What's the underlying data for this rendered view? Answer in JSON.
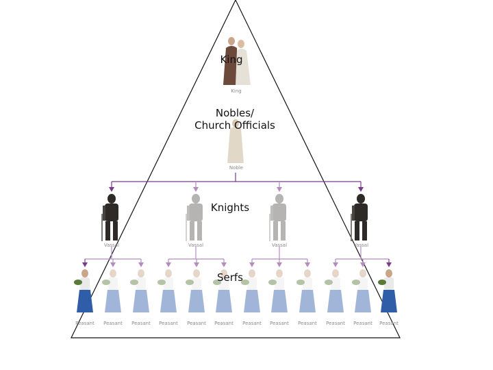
{
  "tiers": {
    "king": {
      "label": "King",
      "caption": "King",
      "count": 1
    },
    "nobles": {
      "label_line1": "Nobles/",
      "label_line2": "Church Officials",
      "caption": "Noble",
      "count": 1
    },
    "knights": {
      "label": "Knights",
      "caption": "Vassal",
      "count": 4,
      "faded": [
        false,
        true,
        true,
        false
      ]
    },
    "serfs": {
      "label": "Serfs",
      "caption": "Peasant",
      "count": 12,
      "faded": [
        false,
        true,
        true,
        true,
        true,
        true,
        true,
        true,
        true,
        true,
        true,
        false
      ]
    }
  },
  "colors": {
    "connector": "#7a3b8c",
    "connector_light": "#b48cc0",
    "outline": "#111111",
    "armor": "#2e2a28",
    "peasant_skirt": "#2f5da8",
    "peasant_top": "#eaeaea",
    "robe": "#c8b89a",
    "cloak": "#6b4a3c"
  }
}
